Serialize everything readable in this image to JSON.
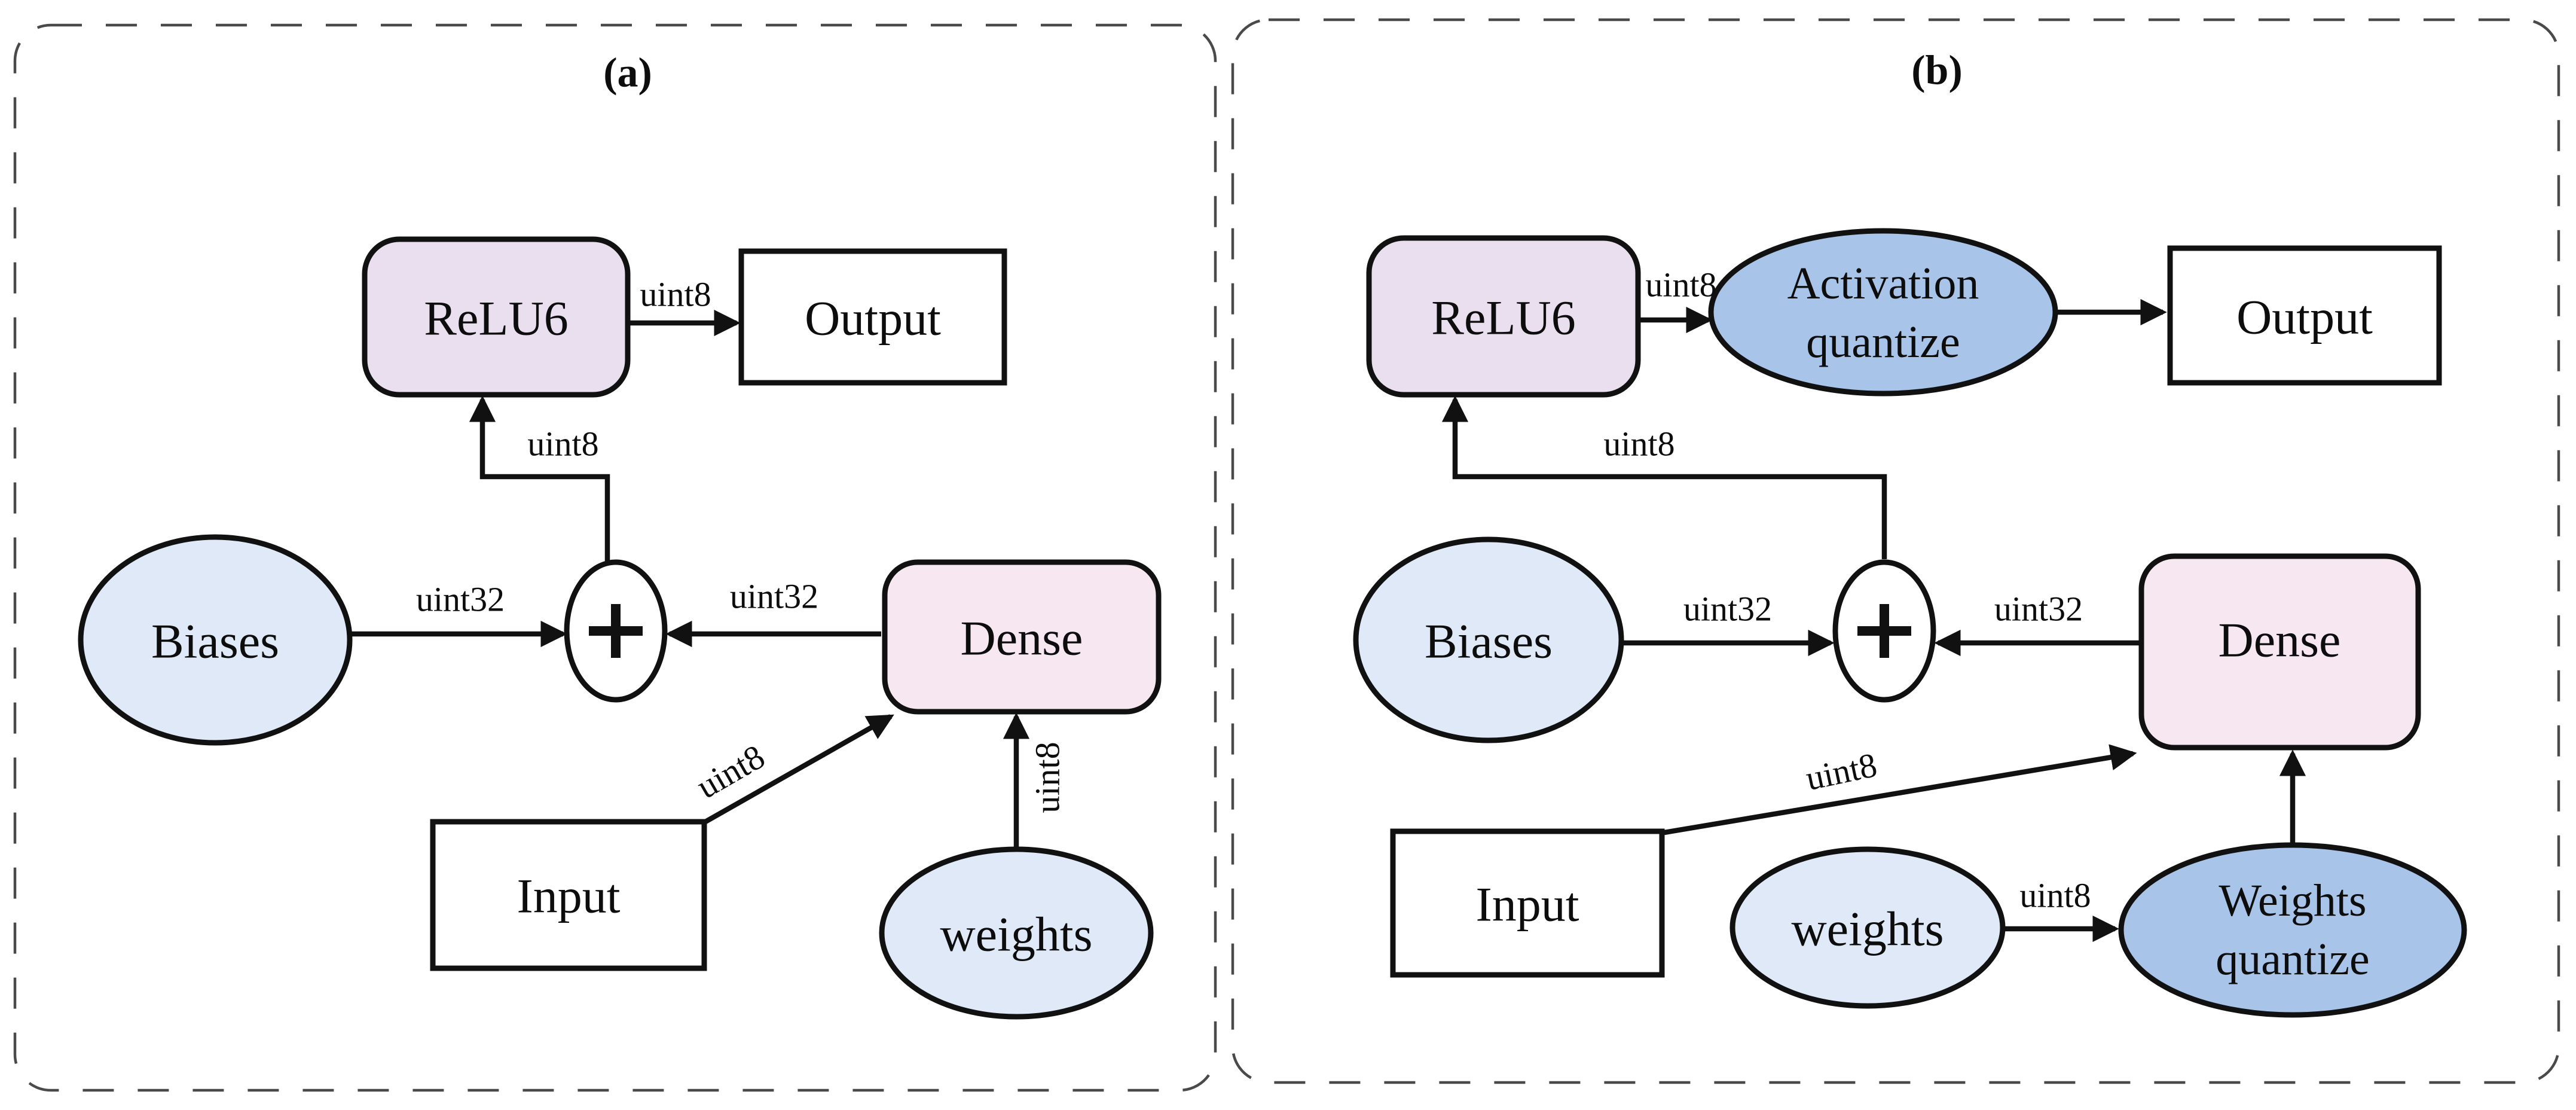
{
  "figure": {
    "description": "Two-panel quantized dense layer dataflow diagram"
  },
  "colors": {
    "relu6_fill": "#e9dfee",
    "dense_fill": "#f6e7f0",
    "source_fill": "#dfe9f7",
    "quantize_fill": "#a9c4e9",
    "io_fill": "#ffffff",
    "outline": "#111111",
    "dashed_border": "#4a4a4a"
  },
  "panel_a": {
    "title": "(a)",
    "nodes": {
      "relu6": "ReLU6",
      "output": "Output",
      "biases": "Biases",
      "plus": "+",
      "dense": "Dense",
      "input": "Input",
      "weights": "weights"
    },
    "edge_labels": {
      "relu6_to_output": "uint8",
      "plus_to_relu6": "uint8",
      "biases_to_plus": "uint32",
      "dense_to_plus": "uint32",
      "input_to_dense": "uint8",
      "weights_to_dense": "uint8"
    }
  },
  "panel_b": {
    "title": "(b)",
    "nodes": {
      "relu6": "ReLU6",
      "activation_quantize_line1": "Activation",
      "activation_quantize_line2": "quantize",
      "output": "Output",
      "biases": "Biases",
      "plus": "+",
      "dense": "Dense",
      "input": "Input",
      "weights": "weights",
      "weights_quantize_line1": "Weights",
      "weights_quantize_line2": "quantize"
    },
    "edge_labels": {
      "relu6_to_activation_quantize": "uint8",
      "plus_to_relu6": "uint8",
      "biases_to_plus": "uint32",
      "dense_to_plus": "uint32",
      "input_to_dense": "uint8",
      "weights_to_weights_quantize": "uint8"
    }
  }
}
